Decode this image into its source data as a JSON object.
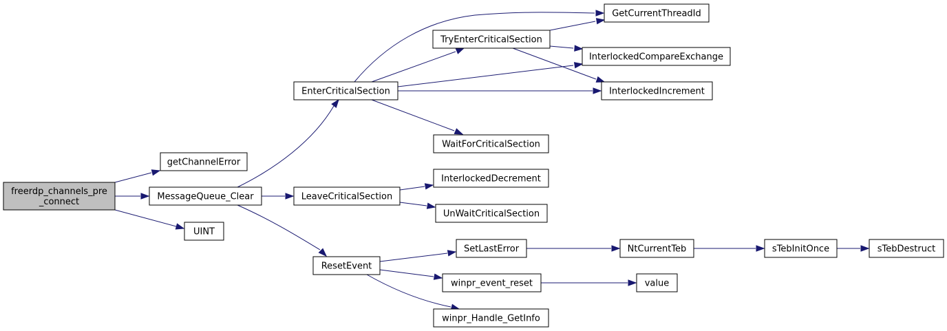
{
  "colors": {
    "edge": "#191970",
    "root_fill": "#bfbfbf",
    "node_fill": "#ffffff",
    "node_border": "#000000"
  },
  "nodes": {
    "root": {
      "lines": [
        "freerdp_channels_pre",
        "_connect"
      ]
    },
    "getChannelError": {
      "lines": [
        "getChannelError"
      ]
    },
    "MessageQueue_Clear": {
      "lines": [
        "MessageQueue_Clear"
      ]
    },
    "UINT": {
      "lines": [
        "UINT"
      ]
    },
    "EnterCriticalSection": {
      "lines": [
        "EnterCriticalSection"
      ]
    },
    "LeaveCriticalSection": {
      "lines": [
        "LeaveCriticalSection"
      ]
    },
    "ResetEvent": {
      "lines": [
        "ResetEvent"
      ]
    },
    "TryEnterCriticalSection": {
      "lines": [
        "TryEnterCriticalSection"
      ]
    },
    "GetCurrentThreadId": {
      "lines": [
        "GetCurrentThreadId"
      ]
    },
    "InterlockedCompareExchange": {
      "lines": [
        "InterlockedCompareExchange"
      ]
    },
    "InterlockedIncrement": {
      "lines": [
        "InterlockedIncrement"
      ]
    },
    "WaitForCriticalSection": {
      "lines": [
        "WaitForCriticalSection"
      ]
    },
    "InterlockedDecrement": {
      "lines": [
        "InterlockedDecrement"
      ]
    },
    "UnWaitCriticalSection": {
      "lines": [
        "UnWaitCriticalSection"
      ]
    },
    "SetLastError": {
      "lines": [
        "SetLastError"
      ]
    },
    "winpr_event_reset": {
      "lines": [
        "winpr_event_reset"
      ]
    },
    "winpr_Handle_GetInfo": {
      "lines": [
        "winpr_Handle_GetInfo"
      ]
    },
    "NtCurrentTeb": {
      "lines": [
        "NtCurrentTeb"
      ]
    },
    "value": {
      "lines": [
        "value"
      ]
    },
    "sTebInitOnce": {
      "lines": [
        "sTebInitOnce"
      ]
    },
    "sTebDestruct": {
      "lines": [
        "sTebDestruct"
      ]
    }
  },
  "edges": [
    [
      "root",
      "getChannelError"
    ],
    [
      "root",
      "MessageQueue_Clear"
    ],
    [
      "root",
      "UINT"
    ],
    [
      "MessageQueue_Clear",
      "EnterCriticalSection"
    ],
    [
      "MessageQueue_Clear",
      "LeaveCriticalSection"
    ],
    [
      "MessageQueue_Clear",
      "ResetEvent"
    ],
    [
      "EnterCriticalSection",
      "GetCurrentThreadId"
    ],
    [
      "EnterCriticalSection",
      "TryEnterCriticalSection"
    ],
    [
      "EnterCriticalSection",
      "InterlockedCompareExchange"
    ],
    [
      "EnterCriticalSection",
      "InterlockedIncrement"
    ],
    [
      "EnterCriticalSection",
      "WaitForCriticalSection"
    ],
    [
      "TryEnterCriticalSection",
      "GetCurrentThreadId"
    ],
    [
      "TryEnterCriticalSection",
      "InterlockedCompareExchange"
    ],
    [
      "TryEnterCriticalSection",
      "InterlockedIncrement"
    ],
    [
      "LeaveCriticalSection",
      "InterlockedDecrement"
    ],
    [
      "LeaveCriticalSection",
      "UnWaitCriticalSection"
    ],
    [
      "ResetEvent",
      "SetLastError"
    ],
    [
      "ResetEvent",
      "winpr_event_reset"
    ],
    [
      "ResetEvent",
      "winpr_Handle_GetInfo"
    ],
    [
      "SetLastError",
      "NtCurrentTeb"
    ],
    [
      "NtCurrentTeb",
      "sTebInitOnce"
    ],
    [
      "sTebInitOnce",
      "sTebDestruct"
    ],
    [
      "winpr_event_reset",
      "value"
    ]
  ]
}
